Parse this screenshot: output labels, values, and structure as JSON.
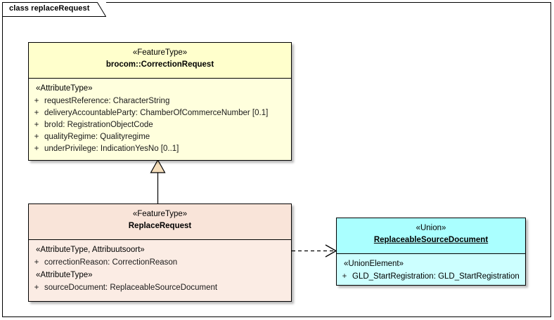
{
  "diagram": {
    "title": "class replaceRequest",
    "background": "#ffffff"
  },
  "classes": [
    {
      "id": "correction-request",
      "stereotype": "«FeatureType»",
      "name": "brocom::CorrectionRequest",
      "name_underlined": false,
      "header_color": "#ffffcc",
      "body_color": "#ffffdd",
      "compartments": [
        {
          "group_stereotype": "«AttributeType»",
          "attributes": [
            {
              "visibility": "+",
              "text": "requestReference: CharacterString"
            },
            {
              "visibility": "+",
              "text": "deliveryAccountableParty: ChamberOfCommerceNumber [0.1]"
            },
            {
              "visibility": "+",
              "text": "broId: RegistrationObjectCode"
            },
            {
              "visibility": "+",
              "text": "qualityRegime: Qualityregime"
            },
            {
              "visibility": "+",
              "text": "underPrivilege: IndicationYesNo [0..1]"
            }
          ]
        }
      ]
    },
    {
      "id": "replace-request",
      "stereotype": "«FeatureType»",
      "name": "ReplaceRequest",
      "name_underlined": false,
      "header_color": "#f9e4d9",
      "body_color": "#fbece4",
      "compartments": [
        {
          "group_stereotype": "«AttributeType, Attribuutsoort»",
          "attributes": [
            {
              "visibility": "+",
              "text": "correctionReason: CorrectionReason"
            }
          ]
        },
        {
          "group_stereotype": "«AttributeType»",
          "attributes": [
            {
              "visibility": "+",
              "text": "sourceDocument: ReplaceableSourceDocument"
            }
          ]
        }
      ]
    },
    {
      "id": "replaceable-source-document",
      "stereotype": "«Union»",
      "name": "ReplaceableSourceDocument",
      "name_underlined": true,
      "header_color": "#aaffff",
      "body_color": "#ccffff",
      "compartments": [
        {
          "group_stereotype": "«UnionElement»",
          "attributes": [
            {
              "visibility": "+",
              "text": "GLD_StartRegistration: GLD_StartRegistration"
            }
          ]
        }
      ]
    }
  ],
  "connectors": [
    {
      "id": "generalization",
      "type": "generalization",
      "from": "ReplaceRequest",
      "to": "brocom::CorrectionRequest",
      "style": "solid-line-hollow-triangle"
    },
    {
      "id": "dependency",
      "type": "dependency",
      "from": "ReplaceRequest",
      "to": "ReplaceableSourceDocument",
      "style": "dashed-line-open-arrow"
    }
  ]
}
